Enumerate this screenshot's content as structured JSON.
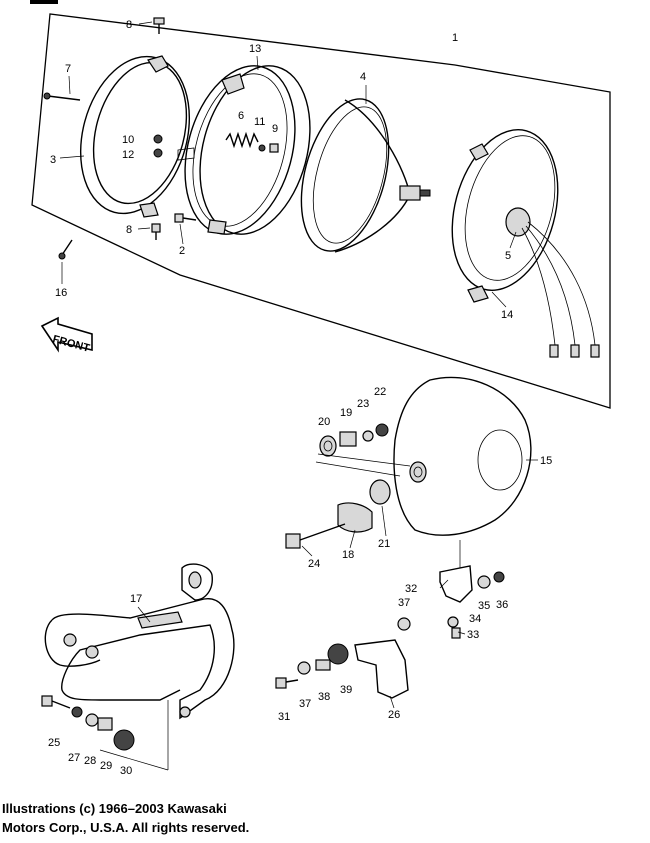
{
  "diagram": {
    "labels": {
      "p1": "1",
      "p2": "2",
      "p3": "3",
      "p4": "4",
      "p5": "5",
      "p6": "6",
      "p7": "7",
      "p8a": "8",
      "p8b": "8",
      "p9": "9",
      "p10": "10",
      "p11": "11",
      "p12": "12",
      "p13": "13",
      "p14": "14",
      "p15": "15",
      "p16": "16",
      "p17": "17",
      "p18": "18",
      "p19": "19",
      "p20": "20",
      "p21": "21",
      "p22": "22",
      "p23": "23",
      "p24": "24",
      "p25": "25",
      "p26": "26",
      "p27": "27",
      "p28": "28",
      "p29": "29",
      "p30": "30",
      "p31": "31",
      "p32": "32",
      "p33": "33",
      "p34": "34",
      "p35": "35",
      "p36": "36",
      "p37a": "37",
      "p37b": "37",
      "p38": "38",
      "p39": "39"
    },
    "front_arrow_text": "FRONT"
  },
  "footer": {
    "line1": "Illustrations (c) 1966–2003 Kawasaki",
    "line2": "Motors Corp., U.S.A.  All rights reserved."
  }
}
